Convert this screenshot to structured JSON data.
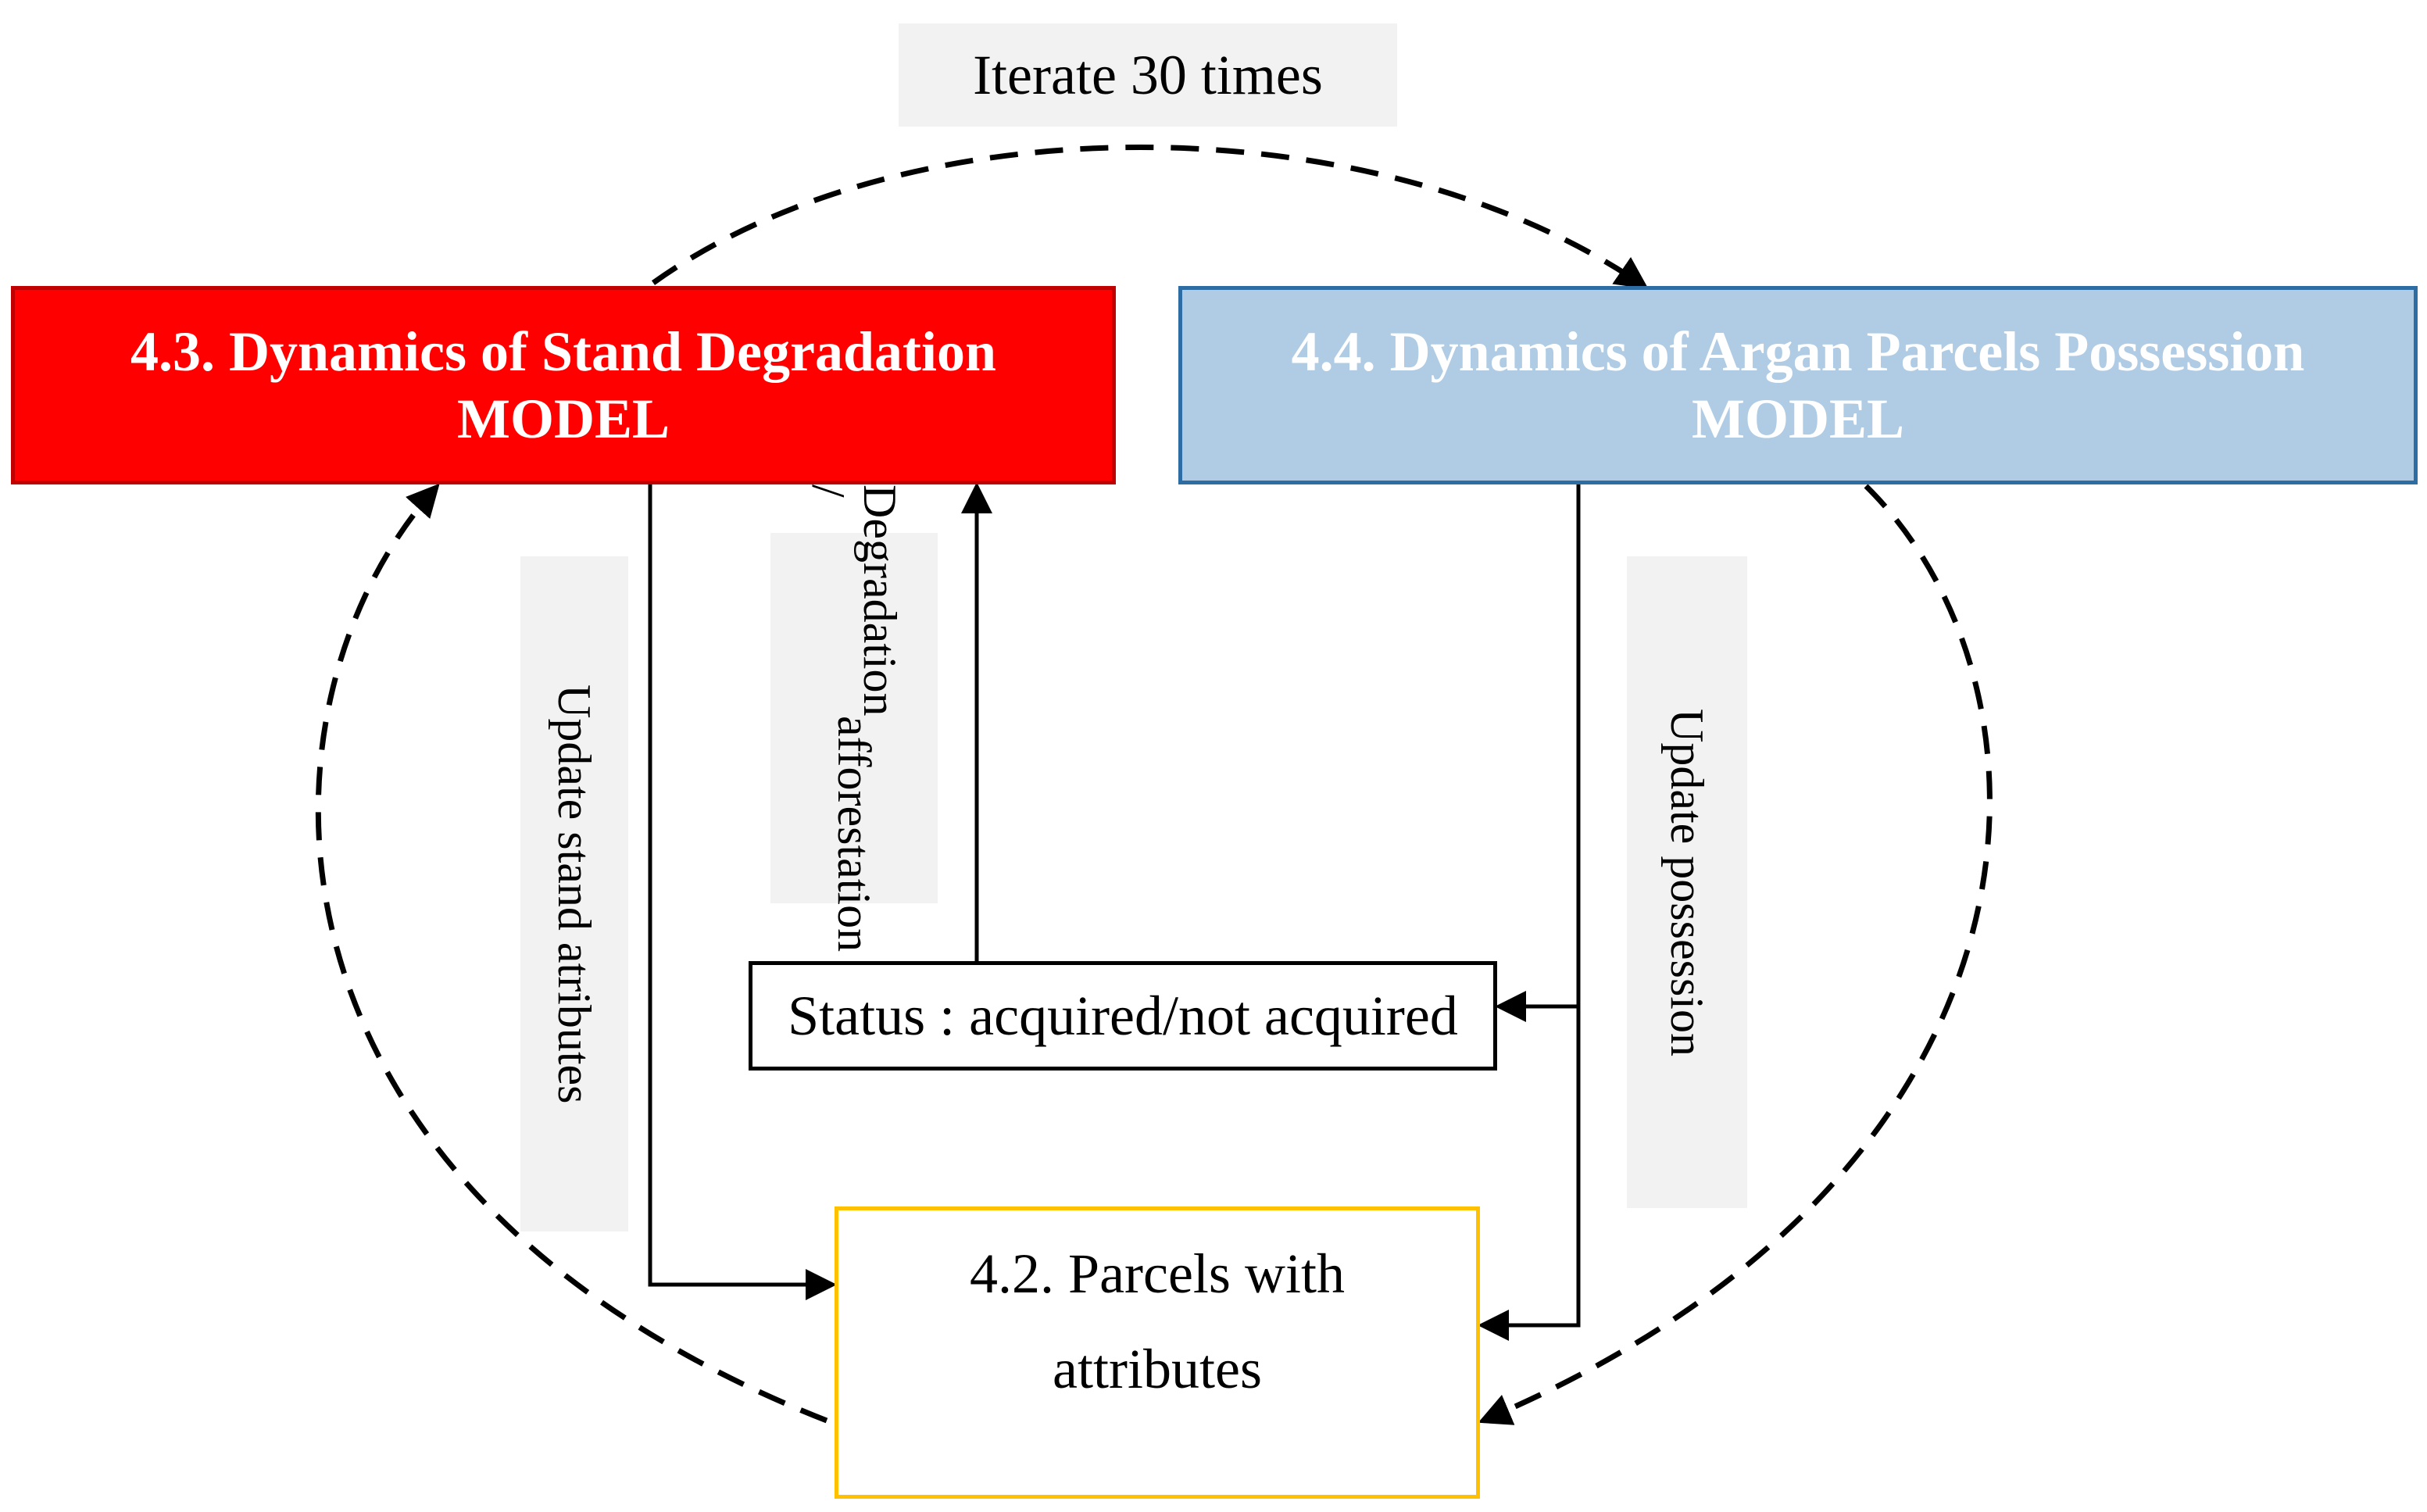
{
  "colors": {
    "degradation_model": "#ff0000",
    "possession_model": "#b0cce4",
    "parcels_border": "#ffc000",
    "label_background": "#f2f2f2"
  },
  "iteration_label": "Iterate 30 times",
  "degradation_model": {
    "title": "4.3. Dynamics of Stand Degradation",
    "subtitle": "MODEL"
  },
  "possession_model": {
    "title": "4.4. Dynamics of Argan Parcels Possession",
    "subtitle": "MODEL"
  },
  "status_box": {
    "text": "Status : acquired/not acquired"
  },
  "parcels_box": {
    "line1": "4.2. Parcels with",
    "line2": "attributes"
  },
  "edge_labels": {
    "update_stand": "Update stand atributes",
    "degradation_line1": "Degradation /",
    "degradation_line2": "afforestation",
    "update_possession": "Update possession"
  }
}
